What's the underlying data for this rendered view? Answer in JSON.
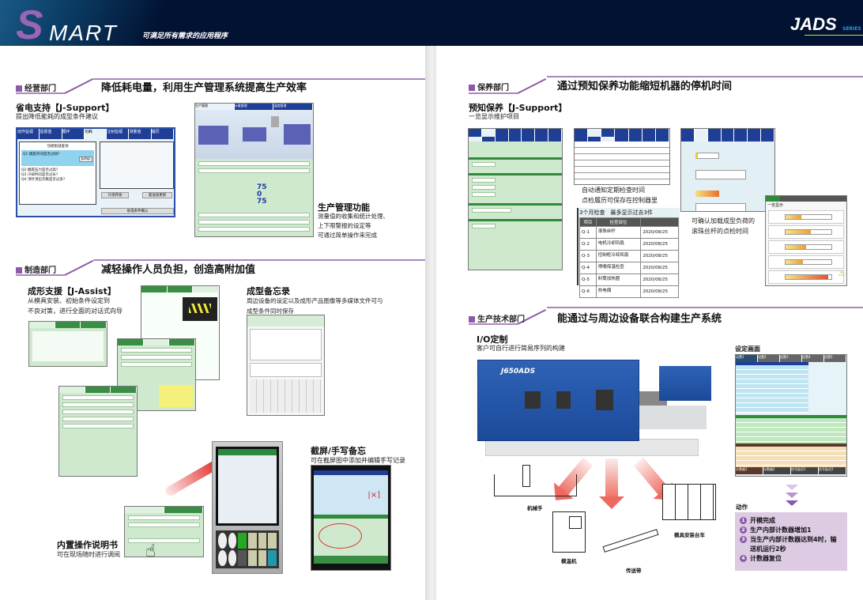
{
  "header": {
    "logo_s": "S",
    "logo_mart": "MART",
    "tagline": "可满足所有需求的应用程序",
    "brand": "JADS",
    "brand_suffix": "SERIES"
  },
  "left": {
    "sec1": {
      "tag": "经营部门",
      "title": "降低耗电量，利用生产管理系统提高生产效率",
      "feature": {
        "title": "省电支持【J-Support】",
        "desc": "提出降低能耗的成型条件建议"
      },
      "shot1": {
        "tabs": [
          "动作监视",
          "监视值",
          "循环",
          "功耗",
          "注射监视",
          "测量值",
          "履历"
        ],
        "panel_title": "功耗削减查询",
        "questions": [
          "Q1 模座开闭是否过快?",
          "Q2 模座压力是否过高?",
          "Q3 冷却时间是否过长?",
          "Q4 顶针顶出次数是否过多?"
        ],
        "jump": "Jump",
        "btn1": "计测开始",
        "btn2": "基准值更新",
        "footer": "省电条件确认"
      },
      "prod": {
        "title": "生产管理功能",
        "lines": [
          "测量值的收集和统计处理、",
          "上下限警报的设定等",
          "可通过简单操作来完成"
        ]
      },
      "shot2": {
        "tabs": [
          "生产管理",
          "计量管理",
          "温度管理"
        ],
        "values": [
          "75",
          "0",
          "75"
        ]
      }
    },
    "sec2": {
      "tag": "制造部门",
      "title": "减轻操作人员负担，创造高附加值",
      "assist": {
        "title": "成形支援【J-Assist】",
        "lines": [
          "从模具安装、初始条件设定到",
          "不良对策，进行全面的对话式向导"
        ]
      },
      "memo": {
        "title": "成型备忘录",
        "lines": [
          "周边设备的设定以及成形产品图像等多媒体文件可与",
          "成型条件同时保存"
        ]
      },
      "manual": {
        "title": "内置操作说明书",
        "desc": "可在现场随时进行调阅"
      },
      "screenshot": {
        "title": "截屏/手写备忘",
        "desc": "可在截屏图中添加并编辑手写记录"
      }
    }
  },
  "right": {
    "sec1": {
      "tag": "保养部门",
      "title": "通过预知保养功能缩短机器的停机时间",
      "feature": {
        "title": "预知保养【J-Support】",
        "desc": "一览显示维护项目"
      },
      "notice": [
        "自动通知定期检查时间",
        "点检履历可保存在控制器里"
      ],
      "table": {
        "caption": "3个月检查　最多显示过去3件",
        "headers": [
          "项目",
          "检查部位",
          ""
        ],
        "rows": [
          {
            "id": "Q-1",
            "part": "滚珠丝杆",
            "date": "2020/08/25"
          },
          {
            "id": "Q-2",
            "part": "电机冷却风扇",
            "date": "2020/08/25"
          },
          {
            "id": "Q-3",
            "part": "控制柜冷却风扇",
            "date": "2020/08/25"
          },
          {
            "id": "Q-4",
            "part": "喷嘴保温检查",
            "date": "2020/08/25"
          },
          {
            "id": "Q-5",
            "part": "料筒加热圈",
            "date": "2020/08/25"
          },
          {
            "id": "Q-6",
            "part": "热电偶",
            "date": "2020/08/25"
          }
        ]
      },
      "load": [
        "可确认加载成型负荷的",
        "滚珠丝杆的点检时间"
      ],
      "load_panel": {
        "title": "一览显示",
        "levels": [
          0.35,
          0.55,
          0.45,
          0.38,
          0.92
        ]
      }
    },
    "sec2": {
      "tag": "生产技术部门",
      "title": "能通过与周边设备联合构建生产系统",
      "io": {
        "title": "I/O定制",
        "desc": "客户可自行进行简易序列的构建"
      },
      "machine_label": "J650ADS",
      "settings": {
        "title": "设定画面",
        "tabs": [
          "设置1",
          "设置2",
          "设置3",
          "设置4",
          "设置5"
        ],
        "footer": [
          "计数器1",
          "计数器2",
          "信号延迟1",
          "信号延迟2"
        ]
      },
      "equipment": [
        "机械手",
        "模温机",
        "传送带",
        "模具安装台车"
      ],
      "actions_title": "动作",
      "actions": [
        {
          "n": "1",
          "text": "开模完成"
        },
        {
          "n": "2",
          "text": "生产内部计数器增加1"
        },
        {
          "n": "3",
          "text": "当生产内部计数器达到4时，输送机运行2秒"
        },
        {
          "n": "4",
          "text": "计数器复位"
        }
      ]
    }
  }
}
